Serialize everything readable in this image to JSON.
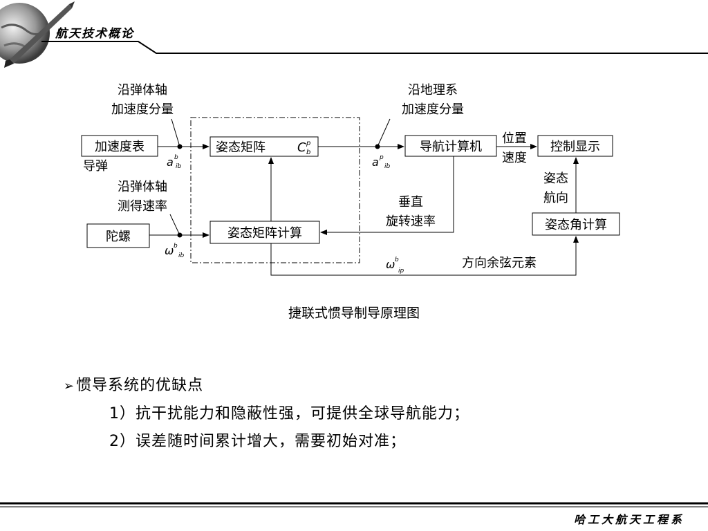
{
  "header": {
    "course_title": "航天技术概论"
  },
  "footer": {
    "text": "哈工大航天工程系"
  },
  "diagram": {
    "caption": "捷联式惯导制导原理图",
    "boxes": {
      "accelerometer": "加速度表",
      "attitude_matrix": "姿态矩阵",
      "attitude_matrix_symbol": "C",
      "attitude_matrix_sup": "p",
      "attitude_matrix_sub": "b",
      "nav_computer": "导航计算机",
      "control_display": "控制显示",
      "gyro": "陀螺",
      "matrix_calc": "姿态矩阵计算",
      "attitude_angle_calc": "姿态角计算"
    },
    "labels": {
      "missile": "导弹",
      "body_axis_accel_1": "沿弹体轴",
      "body_axis_accel_2": "加速度分量",
      "geo_accel_1": "沿地理系",
      "geo_accel_2": "加速度分量",
      "body_axis_rate_1": "沿弹体轴",
      "body_axis_rate_2": "测得速率",
      "vertical_rate_1": "垂直",
      "vertical_rate_2": "旋转速率",
      "position": "位置",
      "velocity": "速度",
      "attitude": "姿态",
      "heading": "航向",
      "direction_cosine": "方向余弦元素"
    },
    "symbols": {
      "a_ib_b": {
        "base": "a",
        "sup": "b",
        "sub": "ib"
      },
      "a_ib_p": {
        "base": "a",
        "sup": "p",
        "sub": "ib"
      },
      "omega_ib_b": {
        "base": "ω",
        "sup": "b",
        "sub": "ib"
      },
      "omega_ip_b": {
        "base": "ω",
        "sup": "b",
        "sub": "ip"
      }
    }
  },
  "bullets": {
    "heading": "惯导系统的优缺点",
    "items": [
      "1）抗干扰能力和隐蔽性强，可提供全球导航能力；",
      "2）误差随时间累计增大，需要初始对准；"
    ]
  },
  "colors": {
    "line": "#000000",
    "accent_dark": "#1a1a1a"
  }
}
